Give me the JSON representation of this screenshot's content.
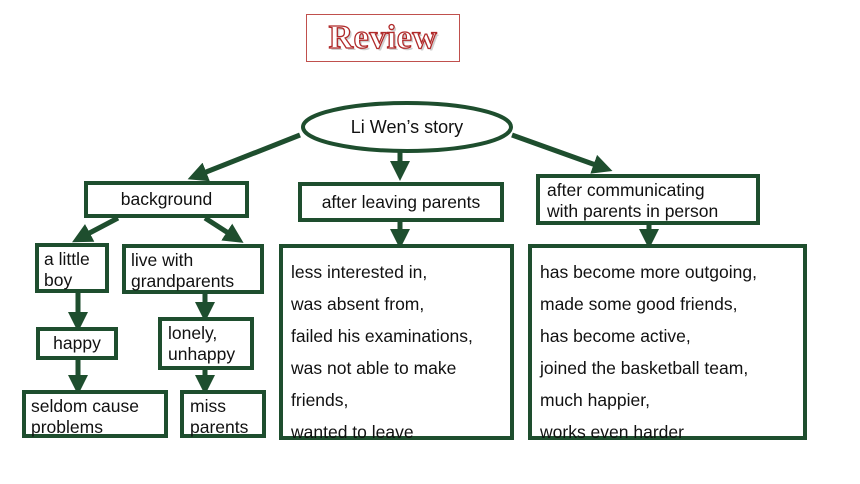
{
  "title": "Review",
  "root": "Li Wen’s story",
  "branches": {
    "background": {
      "label": "background",
      "left": {
        "label": "a little boy",
        "lines": [
          "a little",
          "boy"
        ],
        "next": "happy",
        "result": [
          "seldom cause",
          "problems"
        ]
      },
      "right": {
        "label": "live with grandparents",
        "lines": [
          "live with",
          "grandparents"
        ],
        "next": [
          "lonely,",
          "unhappy"
        ],
        "result": [
          "miss",
          "parents"
        ]
      }
    },
    "after_leaving": {
      "label": "after leaving parents",
      "items": [
        "less interested in,",
        "was absent from,",
        "failed his examinations,",
        "was not able to make",
        "friends,",
        "wanted to leave"
      ]
    },
    "after_communicating": {
      "lines": [
        "after communicating",
        "with parents in person"
      ],
      "items": [
        "has become more outgoing,",
        "made some good friends,",
        "has become active,",
        "joined the basketball team,",
        "much happier,",
        "works even harder"
      ]
    }
  },
  "colors": {
    "box_border": "#1e4e2e",
    "title_red": "#b02a2a"
  }
}
